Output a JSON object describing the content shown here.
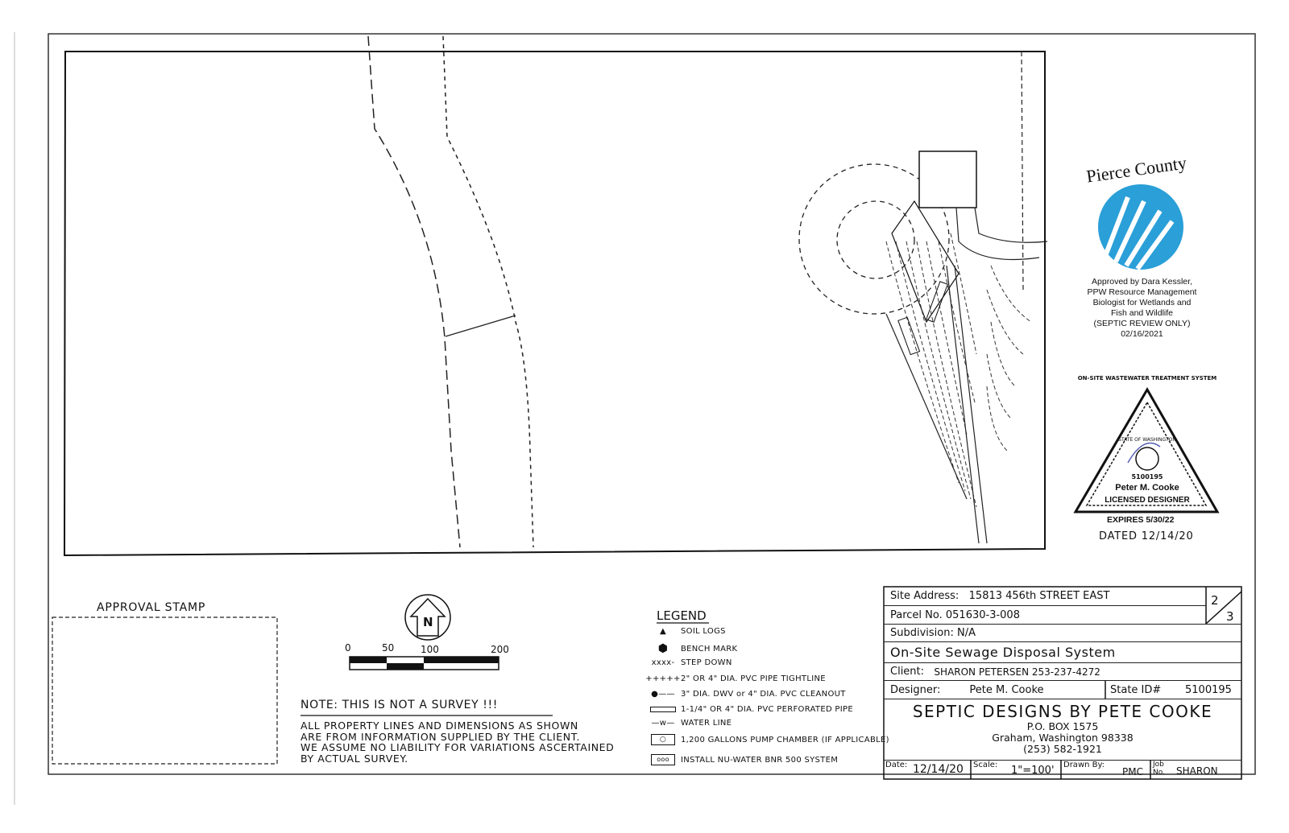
{
  "approval_stamp": {
    "label": "APPROVAL STAMP"
  },
  "scale_bar": {
    "ticks": [
      "0",
      "50",
      "100",
      "200"
    ]
  },
  "north_arrow": {
    "label": "N"
  },
  "note": {
    "title": "NOTE:   THIS IS NOT A SURVEY !!!",
    "lines": [
      "ALL PROPERTY LINES AND DIMENSIONS AS SHOWN",
      "ARE FROM INFORMATION SUPPLIED BY THE CLIENT.",
      "WE ASSUME NO LIABILITY FOR VARIATIONS ASCERTAINED",
      "BY ACTUAL SURVEY."
    ]
  },
  "legend": {
    "title": "LEGEND",
    "items": [
      {
        "symbol": "triangle-icon",
        "label": "SOIL LOGS"
      },
      {
        "symbol": "hexagon-icon",
        "label": "BENCH MARK"
      },
      {
        "symbol": "step-down-line",
        "label": "STEP DOWN"
      },
      {
        "symbol": "tightline",
        "label": "2\" OR 4\" DIA. PVC PIPE TIGHTLINE"
      },
      {
        "symbol": "cleanout-line",
        "label": "3\" DIA. DWV or 4\" DIA. PVC CLEANOUT"
      },
      {
        "symbol": "perforated-pipe",
        "label": "1-1/4\" OR 4\" DIA. PVC PERFORATED PIPE"
      },
      {
        "symbol": "water-line",
        "label": "WATER LINE"
      },
      {
        "symbol": "pump-chamber",
        "label": "1,200 GALLONS PUMP CHAMBER (IF APPLICABLE)"
      },
      {
        "symbol": "nu-water-system",
        "label": "INSTALL NU-WATER BNR 500 SYSTEM"
      }
    ]
  },
  "pierce_county": {
    "logo_text": "Pierce County",
    "lines": [
      "Approved by Dara Kessler,",
      "PPW Resource Management",
      "Biologist for Wetlands and",
      "Fish and Wildlife",
      "(SEPTIC REVIEW ONLY)",
      "02/16/2021"
    ],
    "color": "#2a9fd8"
  },
  "designer_seal": {
    "ring_text": "ON-SITE WASTEWATER TREATMENT SYSTEM",
    "state": "STATE OF WASHINGTON",
    "number": "5100195",
    "name": "Peter M. Cooke",
    "title": "LICENSED DESIGNER",
    "expires": "EXPIRES 5/30/22",
    "dated": "DATED 12/14/20"
  },
  "title_block": {
    "site_address_label": "Site Address:",
    "site_address": "15813 456th STREET EAST",
    "parcel": "Parcel No. 051630-3-008",
    "subdivision": "Subdivision: N/A",
    "system": "On-Site Sewage Disposal System",
    "client_label": "Client:",
    "client": "SHARON PETERSEN 253-237-4272",
    "designer_label": "Designer:",
    "designer": "Pete M. Cooke",
    "state_id_label": "State ID#",
    "state_id": "5100195",
    "company": "SEPTIC DESIGNS BY PETE COOKE",
    "po_box": "P.O. BOX 1575",
    "city": "Graham, Washington 98338",
    "phone": "(253) 582-1921",
    "date_label": "Date:",
    "date": "12/14/20",
    "scale_label": "Scale:",
    "scale": "1\"=100'",
    "drawn_by_label": "Drawn By:",
    "drawn_by": "PMC",
    "job_label": "Job No.",
    "job": "SHARON",
    "sheet": "2",
    "sheets_total": "3"
  }
}
